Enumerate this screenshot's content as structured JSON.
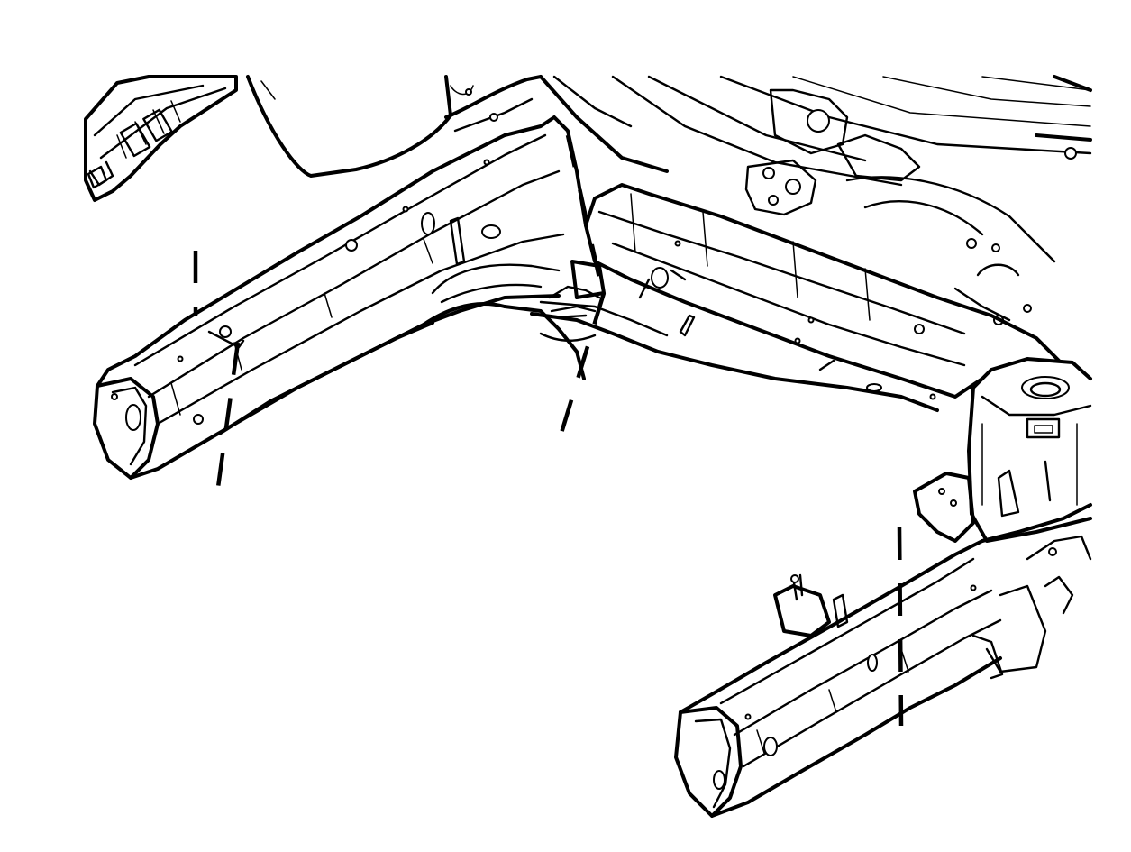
{
  "diagram": {
    "subject": "",
    "colors": {
      "ink": "#000000",
      "paper": "#ffffff"
    },
    "sectioning_lines": [
      {
        "id": "left-rail-front-cut",
        "style": "dashed"
      },
      {
        "id": "left-rail-rear-cut",
        "style": "dashed"
      },
      {
        "id": "center-rail-cut",
        "style": "dashed"
      },
      {
        "id": "right-rail-cut",
        "style": "dashed"
      }
    ]
  }
}
